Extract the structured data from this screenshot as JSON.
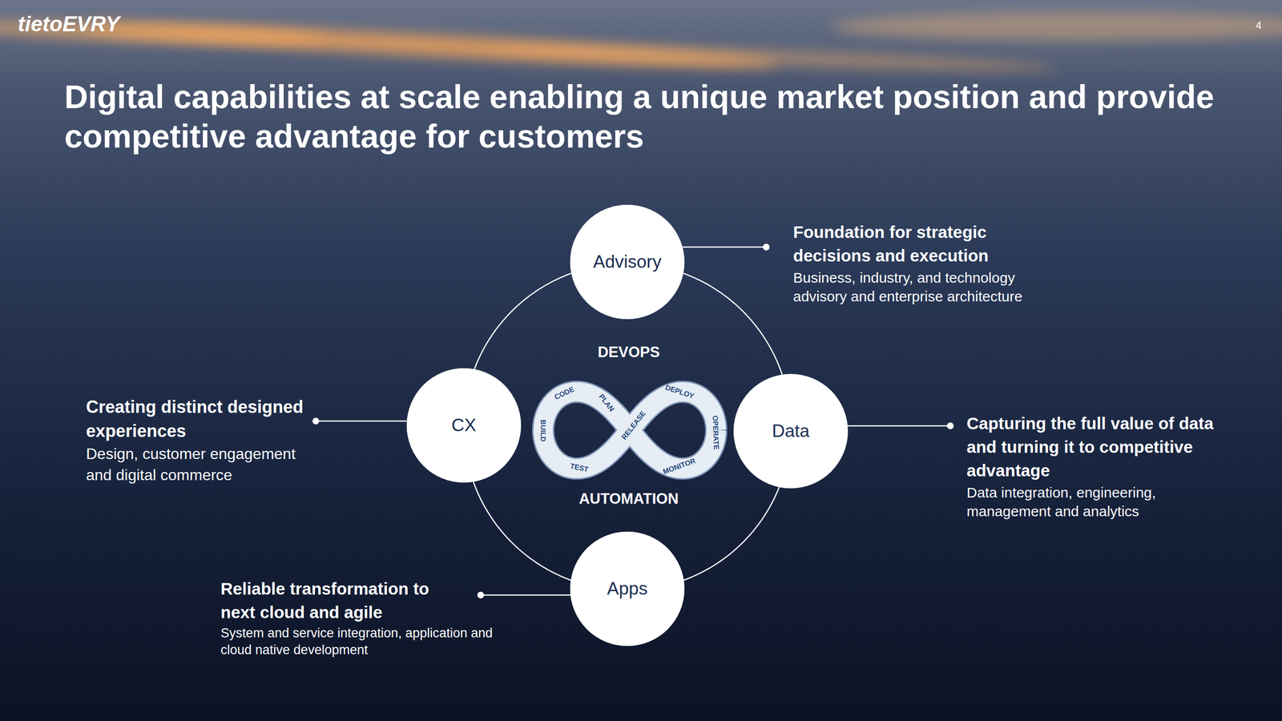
{
  "diagram": {
    "title": "Digital capabilities at scale enabling a unique market position and provide competitive advantage for customers",
    "nodes": [
      {
        "text": [
          "Advisory"
        ]
      },
      {
        "text": [
          "CX"
        ]
      },
      {
        "text": [
          "Data"
        ]
      },
      {
        "text": [
          "Apps"
        ]
      }
    ],
    "edges": [
      {
        "from": 0,
        "to": 2,
        "arrow": "none"
      },
      {
        "from": 2,
        "to": 3,
        "arrow": "none"
      },
      {
        "from": 3,
        "to": 1,
        "arrow": "none"
      },
      {
        "from": 1,
        "to": 0,
        "arrow": "none"
      }
    ],
    "labels": [
      "tietoEVRY",
      "4",
      "Foundation for strategic decisions and execution",
      "Business, industry, and technology advisory and enterprise architecture",
      "DEVOPS",
      "Creating distinct designed experiences",
      "Design, customer engagement and digital commerce",
      "CODE",
      "PLAN",
      "DEPLOY",
      "BUILD",
      "RELEASE",
      "OPERATE",
      "TEST",
      "MONITOR",
      "Capturing the full value of data and turning it to competitive advantage",
      "Data integration, engineering, management and analytics",
      "AUTOMATION",
      "Reliable transformation to next cloud and agile",
      "System and service integration, application and cloud native development"
    ]
  }
}
